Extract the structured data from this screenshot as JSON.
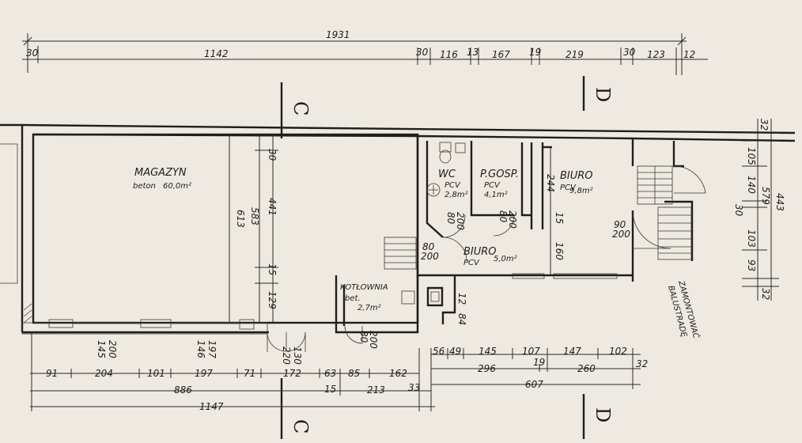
{
  "dimensions": {
    "top_total": "1931",
    "top_row": [
      "30",
      "1142",
      "30",
      "116",
      "13",
      "167",
      "19",
      "219",
      "30",
      "123",
      "12"
    ],
    "bottom_row1": [
      "91",
      "204",
      "101",
      "197",
      "71",
      "172",
      "63",
      "85",
      "162"
    ],
    "bottom_row2": [
      "886",
      "15",
      "213",
      "33"
    ],
    "bottom_total": "1147",
    "right_stack_a": [
      "56",
      "49",
      "145",
      "107",
      "147",
      "102"
    ],
    "right_stack_b": [
      "296",
      "19",
      "260",
      "32"
    ],
    "right_stack_c": "607",
    "right_vertical": [
      "32",
      "105",
      "140",
      "30",
      "103",
      "93",
      "32"
    ],
    "right_vertical_total": [
      "579",
      "443"
    ],
    "interior": {
      "magazyn_v1": "30",
      "magazyn_v2": "613",
      "magazyn_v3": "583",
      "magazyn_v4": "441",
      "magazyn_v5": "15",
      "magazyn_v6": "129",
      "win1_w": "145",
      "win1_h": "200",
      "win2_w": "146",
      "win2_h": "197",
      "door_main_w": "130",
      "door_main_h": "220",
      "wc_door_w": "80",
      "wc_door_h": "200",
      "pg_door_w": "80",
      "pg_door_h": "200",
      "biuro_door_w": "80",
      "biuro_door_h": "200",
      "biuro_big_244": "244",
      "biuro_big_15": "15",
      "biuro_big_160": "160",
      "stair_door_w": "90",
      "stair_door_h": "200",
      "kot_door_w": "80",
      "kot_door_h": "200",
      "kot_12": "12",
      "kot_84": "84"
    }
  },
  "rooms": {
    "magazyn": {
      "name": "MAGAZYN",
      "material": "beton",
      "area": "60,0m²"
    },
    "wc": {
      "name": "WC",
      "material": "PCV",
      "area": "2,8m²"
    },
    "pgosp": {
      "name": "P.GOSP.",
      "material": "PCV",
      "area": "4,1m²"
    },
    "biuro_big": {
      "name": "BIURO",
      "material": "PCV",
      "area": "9,8m²"
    },
    "biuro_small": {
      "name": "BIURO",
      "material": "PCV",
      "area": "5,0m²"
    },
    "kotlownia": {
      "name": "KOTŁOWNIA",
      "material": "bet.",
      "area": "2,7m²"
    }
  },
  "sections": {
    "c_top": "C",
    "c_bottom": "C",
    "d_top": "D",
    "d_bottom": "D"
  },
  "note": {
    "line1": "ZAMONTOWAĆ",
    "line2": "BALUSTRADĘ"
  }
}
